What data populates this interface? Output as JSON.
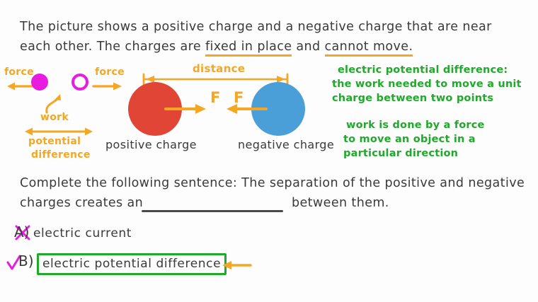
{
  "question": {
    "intro_line1": "The picture shows a positive charge and a negative charge that are near",
    "intro_line2_a": "each other. The charges are ",
    "intro_line2_underline1": "fixed in place",
    "intro_line2_b": " and ",
    "intro_line2_underline2": "cannot move.",
    "prompt_line1": "Complete the following sentence: The separation of the positive and negative",
    "prompt_line2_a": "charges creates an",
    "prompt_line2_b": "between them."
  },
  "options": [
    {
      "letter": "A)",
      "label": "electric current",
      "state": "crossed-out",
      "marker": "x-mark"
    },
    {
      "letter": "B)",
      "label": "electric potential difference",
      "state": "selected-correct",
      "marker": "check-mark"
    }
  ],
  "diagram": {
    "left_annotation": {
      "force_left_label": "force",
      "force_right_label": "force",
      "work_label": "work",
      "potential_label_line1": "potential",
      "potential_label_line2": "difference",
      "filled_dot_color": "#e81ce0",
      "outline_dot_color": "#e81ce0"
    },
    "distance_label": "distance",
    "force_label_left": "F",
    "force_label_right": "F",
    "positive_charge_label": "positive charge",
    "negative_charge_label": "negative charge",
    "positive_charge_color": "#e04535",
    "negative_charge_color": "#4a9fd8"
  },
  "annotations": {
    "green_block_1": {
      "line1": "electric potential difference:",
      "line2": "the work needed to move a unit",
      "line3": "charge between two points"
    },
    "green_block_2": {
      "line1": "work is done by a force",
      "line2": "to move an object in a",
      "line3": "particular direction"
    }
  },
  "colors": {
    "orange": "#f5a623",
    "green": "#1faa2a",
    "magenta": "#e81ce0",
    "ink": "#3a3a3a",
    "red": "#e04535",
    "blue": "#4a9fd8"
  }
}
